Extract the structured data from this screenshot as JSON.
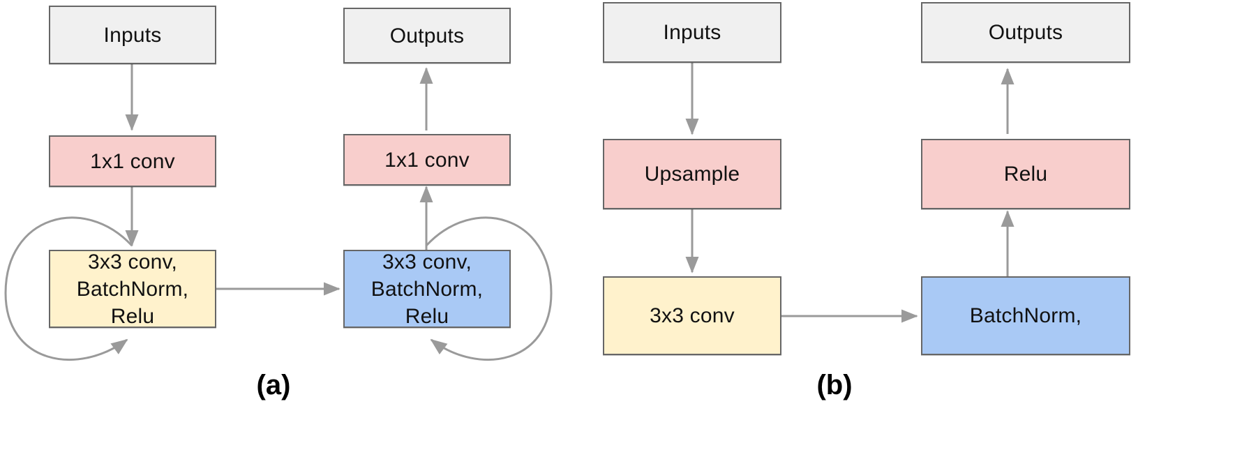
{
  "figure": {
    "background_color": "#ffffff",
    "edge_color": "#8c8c8c",
    "border_color": "#666666"
  },
  "palette": {
    "grey": "#f0f0f0",
    "pink": "#f8cecc",
    "yellow": "#fff2cc",
    "blue": "#a9c9f5"
  },
  "panels": [
    {
      "label": "(a)",
      "nodes": [
        {
          "id": "a-inputs",
          "text": "Inputs",
          "fill": "#f0f0f0"
        },
        {
          "id": "a-conv1x1-l",
          "text": "1x1 conv",
          "fill": "#f8cecc"
        },
        {
          "id": "a-block-l",
          "text": "3x3 conv,\nBatchNorm,\nRelu",
          "fill": "#fff2cc"
        },
        {
          "id": "a-block-r",
          "text": "3x3 conv,\nBatchNorm,\nRelu",
          "fill": "#a9c9f5"
        },
        {
          "id": "a-conv1x1-r",
          "text": "1x1 conv",
          "fill": "#f8cecc"
        },
        {
          "id": "a-outputs",
          "text": "Outputs",
          "fill": "#f0f0f0"
        }
      ]
    },
    {
      "label": "(b)",
      "nodes": [
        {
          "id": "b-inputs",
          "text": "Inputs",
          "fill": "#f0f0f0"
        },
        {
          "id": "b-upsample",
          "text": "Upsample",
          "fill": "#f8cecc"
        },
        {
          "id": "b-conv3x3",
          "text": "3x3 conv",
          "fill": "#fff2cc"
        },
        {
          "id": "b-batchnorm",
          "text": "BatchNorm,",
          "fill": "#a9c9f5"
        },
        {
          "id": "b-relu",
          "text": "Relu",
          "fill": "#f8cecc"
        },
        {
          "id": "b-outputs",
          "text": "Outputs",
          "fill": "#f0f0f0"
        }
      ]
    }
  ]
}
